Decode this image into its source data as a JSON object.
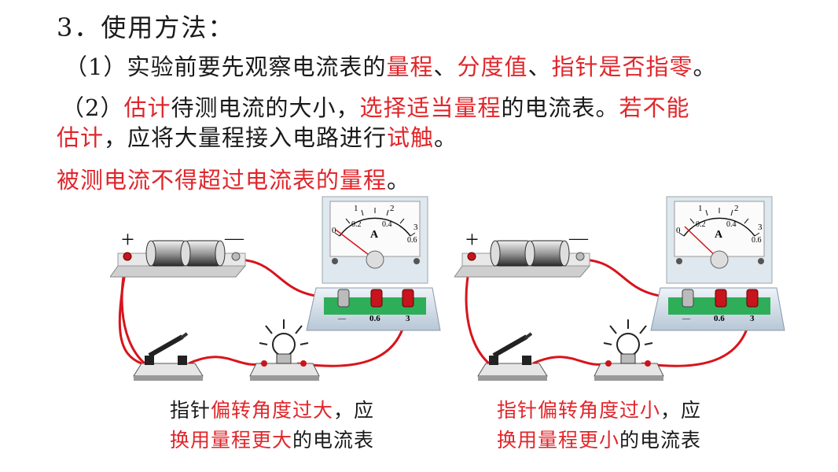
{
  "heading": {
    "number": "3",
    "label": "．使用方法："
  },
  "item1": {
    "prefix": "（1）实验前要先观察电流表的",
    "range": "量程",
    "sep1": "、",
    "division": "分度值",
    "sep2": "、",
    "pointer": "指针是否指零",
    "end": "。"
  },
  "item2": {
    "prefix": "（2）",
    "estimate": "估计",
    "mid1": "待测电流的大小，",
    "choose": "选择适当量程",
    "mid2": "的电流表。",
    "cannot1": "若不能",
    "cannot2": "估计",
    "mid3": "，应将大量程接入电路进行",
    "trial": "试触",
    "end": "。"
  },
  "rule": {
    "text": "被测电流不得超过电流表的量程",
    "end": "。"
  },
  "meter": {
    "scale_top": [
      "1",
      "2"
    ],
    "scale_bottom": [
      "0.2",
      "0.4"
    ],
    "end_top": "3",
    "end_bottom": "0.6",
    "zero": "0",
    "unit": "A",
    "terminal_a": "0.6",
    "terminal_b": "3",
    "terminal_minus": "—"
  },
  "battery": {
    "plus": "+",
    "minus": "—"
  },
  "caption_left": {
    "line1_a": "指针",
    "line1_b": "偏转角度过大",
    "line1_c": "，应",
    "line2_a": "换用量程更大",
    "line2_b": "的电流表"
  },
  "caption_right": {
    "line1_a": "指针偏转角度过小",
    "line1_b": "，应",
    "line2_a": "换用量程更小",
    "line2_b": "的电流表"
  },
  "colors": {
    "accent": "#e0262b",
    "wire": "#d8141c",
    "panel_green": "#2fae5a",
    "meter_body": "#dfe7ef"
  }
}
